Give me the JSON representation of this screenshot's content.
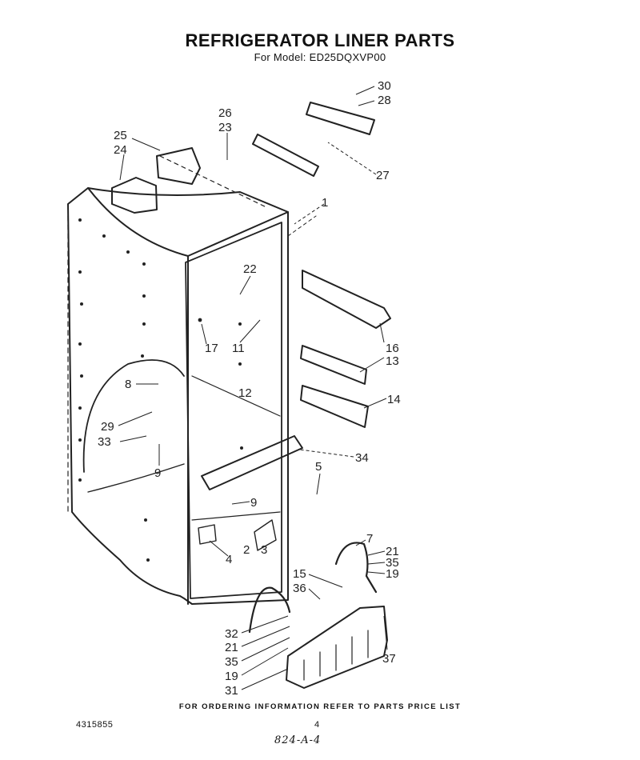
{
  "header": {
    "title": "REFRIGERATOR LINER PARTS",
    "subtitle": "For Model: ED25DQXVP00"
  },
  "callouts": [
    "30",
    "28",
    "26",
    "23",
    "25",
    "24",
    "27",
    "1",
    "22",
    "17",
    "11",
    "16",
    "13",
    "14",
    "12",
    "8",
    "29",
    "33",
    "9",
    "34",
    "5",
    "9",
    "2",
    "3",
    "4",
    "7",
    "21",
    "35",
    "19",
    "15",
    "36",
    "32",
    "21",
    "35",
    "19",
    "31",
    "37"
  ],
  "footer": {
    "ordering_note": "FOR ORDERING INFORMATION REFER TO PARTS PRICE LIST",
    "part_number": "4315855",
    "page_number": "4",
    "handwritten_note": "824-A-4"
  }
}
